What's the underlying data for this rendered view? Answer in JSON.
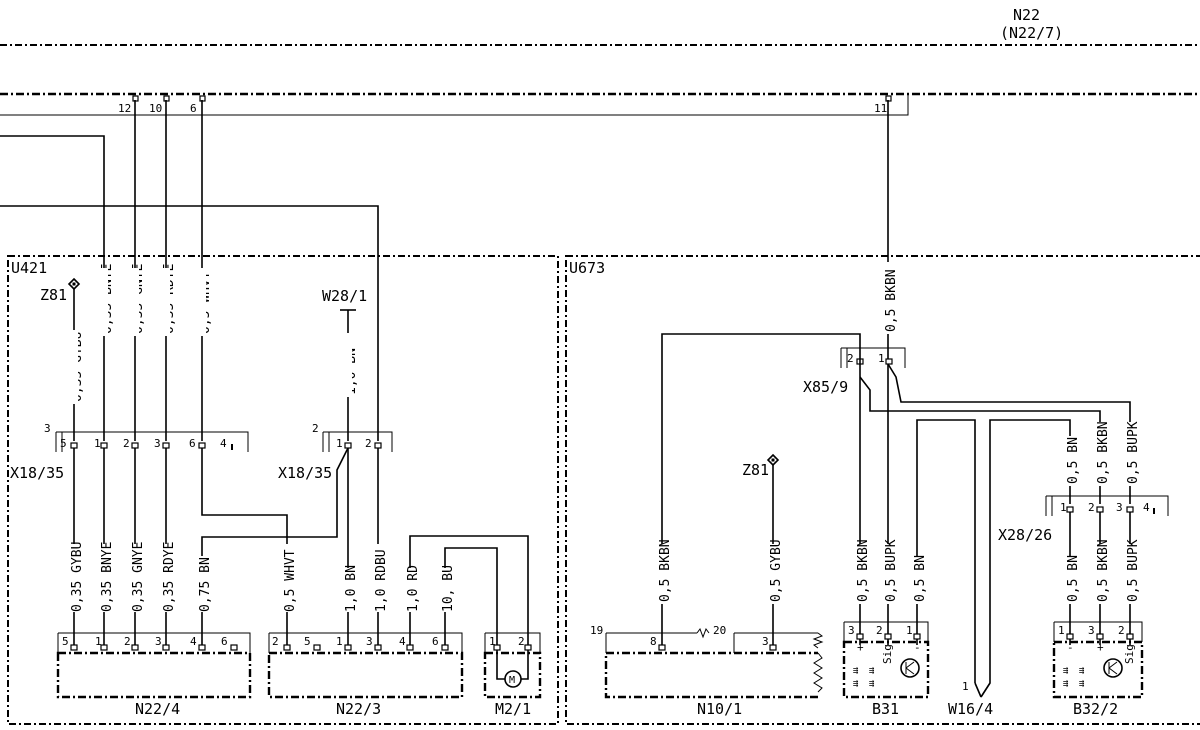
{
  "header": {
    "module": "N22",
    "module_alt": "(N22/7)"
  },
  "top_pins": [
    "12",
    "10",
    "6",
    "11"
  ],
  "zones": [
    "U421",
    "U673"
  ],
  "wires_u421": [
    "0,35 GYBU",
    "0,35 BNYE",
    "0,35 GNYE",
    "0,35 RDYE",
    "0,5 WHVT",
    "1,0 BN",
    "0,35 GYBU",
    "0,35 BNYE",
    "0,35 GNYE",
    "0,35 RDYE",
    "0,75 BN",
    "0,5 WHVT",
    "1,0 BN",
    "1,0 RDBU",
    "1,0 RD",
    "10, BU"
  ],
  "wires_u673": [
    "0,5 BKBN",
    "0,5 BKBN",
    "0,5 GYBU",
    "0,5 BKBN",
    "0,5 BUPK",
    "0,5 BN",
    "0,5 BN",
    "0,5 BKBN",
    "0,5 BUPK",
    "0,5 BN",
    "0,5 BKBN",
    "0,5 BUPK"
  ],
  "refs": {
    "z81_a": "Z81",
    "w28_1": "W28/1",
    "x18_35_a": "X18/35",
    "x18_35_b": "X18/35",
    "x18_35_a_num": "3",
    "x18_35_b_num": "2",
    "z81_b": "Z81",
    "x85_9": "X85/9",
    "x28_26": "X28/26",
    "n22_4": "N22/4",
    "n22_3": "N22/3",
    "m2_1": "M2/1",
    "n10_1": "N10/1",
    "b31": "B31",
    "w16_4": "W16/4",
    "w16_4_num": "1",
    "b32_2": "B32/2",
    "n10_19": "19",
    "n10_20": "20"
  },
  "pins": {
    "x18a": [
      "5",
      "1",
      "2",
      "3",
      "6",
      "4"
    ],
    "x18b": [
      "1",
      "2"
    ],
    "n22_4": [
      "5",
      "1",
      "2",
      "3",
      "4",
      "6"
    ],
    "n22_3": [
      "2",
      "5",
      "1",
      "3",
      "4",
      "6"
    ],
    "m2_1": [
      "1",
      "2"
    ],
    "x85_9": [
      "2",
      "1"
    ],
    "x28_26": [
      "1",
      "2",
      "3",
      "4"
    ],
    "n10_1": [
      "8",
      "3"
    ],
    "b31": [
      "3",
      "2",
      "1"
    ],
    "b32_2": [
      "1",
      "3",
      "2"
    ]
  },
  "signs": {
    "plus": "+",
    "minus": "-",
    "sig": "Sig"
  }
}
